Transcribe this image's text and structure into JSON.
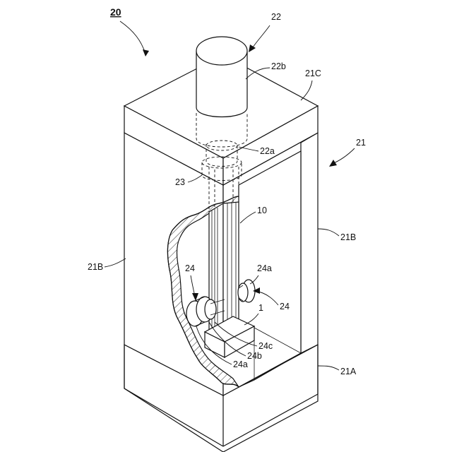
{
  "labels": {
    "assembly": "20",
    "motor": "22",
    "motor_body": "22b",
    "motor_shaft": "22a",
    "housing": "21",
    "housing_top": "21C",
    "side_wall_left": "21B",
    "side_wall_right": "21B",
    "housing_base": "21A",
    "coupling": "23",
    "rod": "10",
    "roller_left": "24",
    "roller_right": "24",
    "roller_right_part": "24a",
    "roller_left_part": "24a",
    "part_b": "24b",
    "part_c": "24c",
    "block": "1"
  },
  "colors": {
    "line": "#111111",
    "background": "#ffffff"
  }
}
